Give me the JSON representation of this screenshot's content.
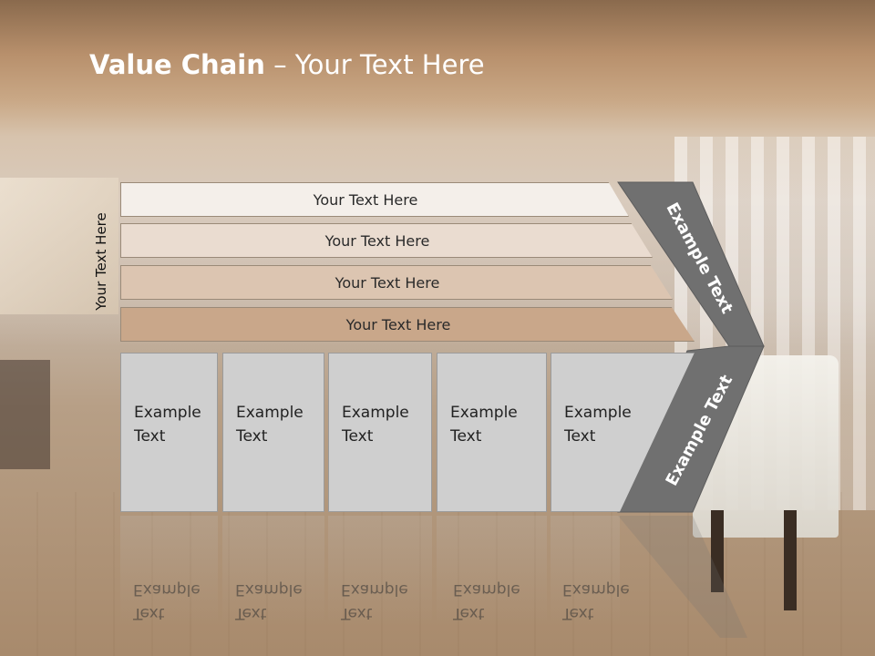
{
  "title": {
    "bold": "Value Chain",
    "rest": " – Your Text Here"
  },
  "side_label": "Your Text Here",
  "bars": [
    {
      "label": "Your Text Here"
    },
    {
      "label": "Your Text Here"
    },
    {
      "label": "Your Text Here"
    },
    {
      "label": "Your Text Here"
    }
  ],
  "boxes": [
    {
      "line1": "Example",
      "line2": "Text"
    },
    {
      "line1": "Example",
      "line2": "Text"
    },
    {
      "line1": "Example",
      "line2": "Text"
    },
    {
      "line1": "Example",
      "line2": "Text"
    },
    {
      "line1": "Example",
      "line2": "Text"
    }
  ],
  "arrow": {
    "upper_label": "Example Text",
    "lower_label": "Example Text"
  },
  "colors": {
    "arrow_fill": "#707070",
    "bar1": "#f4efea",
    "bar2": "#eadcd0",
    "bar3": "#dcc5b1",
    "bar4": "#c9a78a",
    "box": "#cfcfcf"
  }
}
